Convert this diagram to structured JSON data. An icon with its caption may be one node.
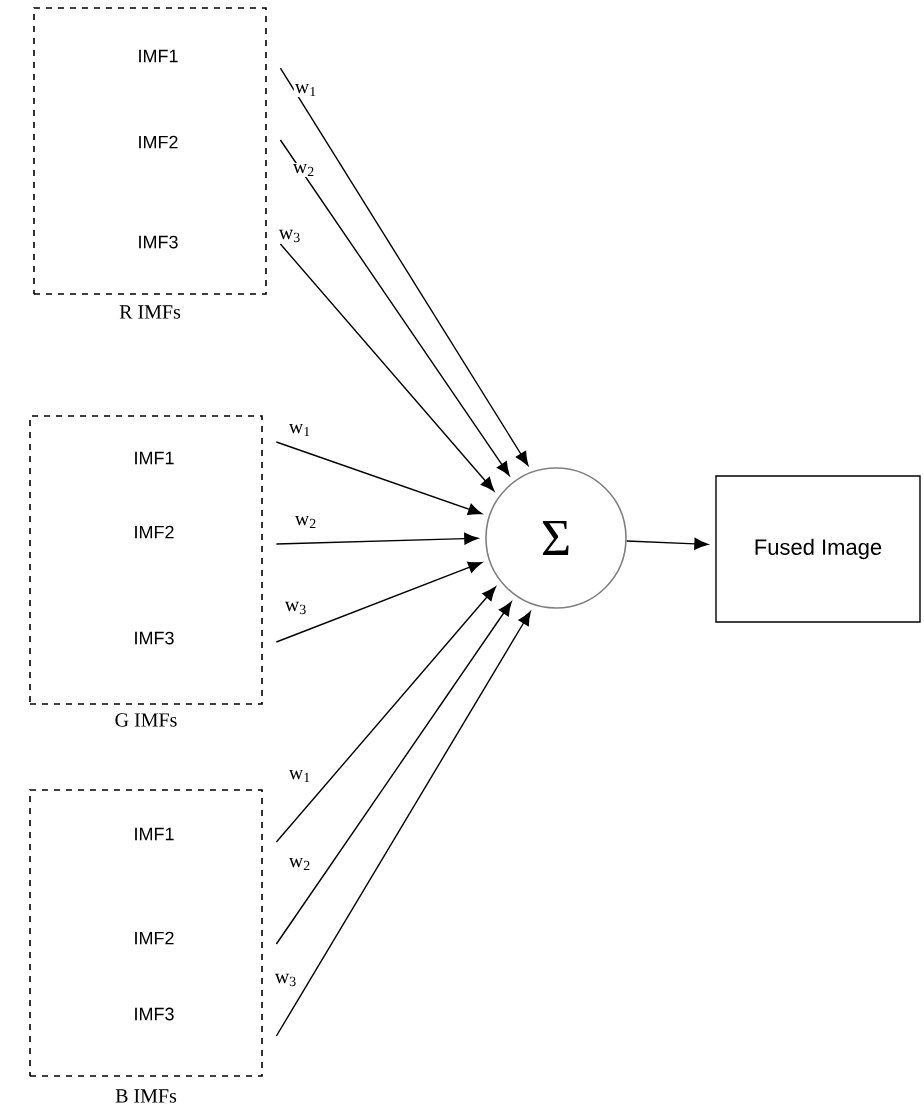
{
  "diagram": {
    "nodes": [
      {
        "text": [
          "R IMFs"
        ]
      },
      {
        "text": [
          "IMF1"
        ],
        "in": 0
      },
      {
        "text": [
          "IMF2"
        ],
        "in": 0
      },
      {
        "text": [
          "IMF3"
        ],
        "in": 0
      },
      {
        "text": [
          "G IMFs"
        ]
      },
      {
        "text": [
          "IMF1"
        ],
        "in": 4
      },
      {
        "text": [
          "IMF2"
        ],
        "in": 4
      },
      {
        "text": [
          "IMF3"
        ],
        "in": 4
      },
      {
        "text": [
          "B IMFs"
        ]
      },
      {
        "text": [
          "IMF1"
        ],
        "in": 8
      },
      {
        "text": [
          "IMF2"
        ],
        "in": 8
      },
      {
        "text": [
          "IMF3"
        ],
        "in": 8
      },
      {
        "text": [
          "Σ"
        ]
      },
      {
        "text": [
          "Fused Image"
        ]
      }
    ],
    "edges": [
      {
        "from": 1,
        "to": 12,
        "arrow": "to",
        "label": "w$_{1}$"
      },
      {
        "from": 2,
        "to": 12,
        "arrow": "to",
        "label": "w$_{2}$"
      },
      {
        "from": 3,
        "to": 12,
        "arrow": "to",
        "label": "w$_{3}$"
      },
      {
        "from": 5,
        "to": 12,
        "arrow": "to",
        "label": "w$_{1}$"
      },
      {
        "from": 6,
        "to": 12,
        "arrow": "to",
        "label": "w$_{2}$"
      },
      {
        "from": 7,
        "to": 12,
        "arrow": "to",
        "label": "w$_{3}$"
      },
      {
        "from": 9,
        "to": 12,
        "arrow": "to",
        "label": "w$_{1}$"
      },
      {
        "from": 10,
        "to": 12,
        "arrow": "to",
        "label": "w$_{2}$"
      },
      {
        "from": 11,
        "to": 12,
        "arrow": "to",
        "label": "w$_{3}$"
      },
      {
        "from": 12,
        "to": 13,
        "arrow": "to"
      }
    ]
  }
}
